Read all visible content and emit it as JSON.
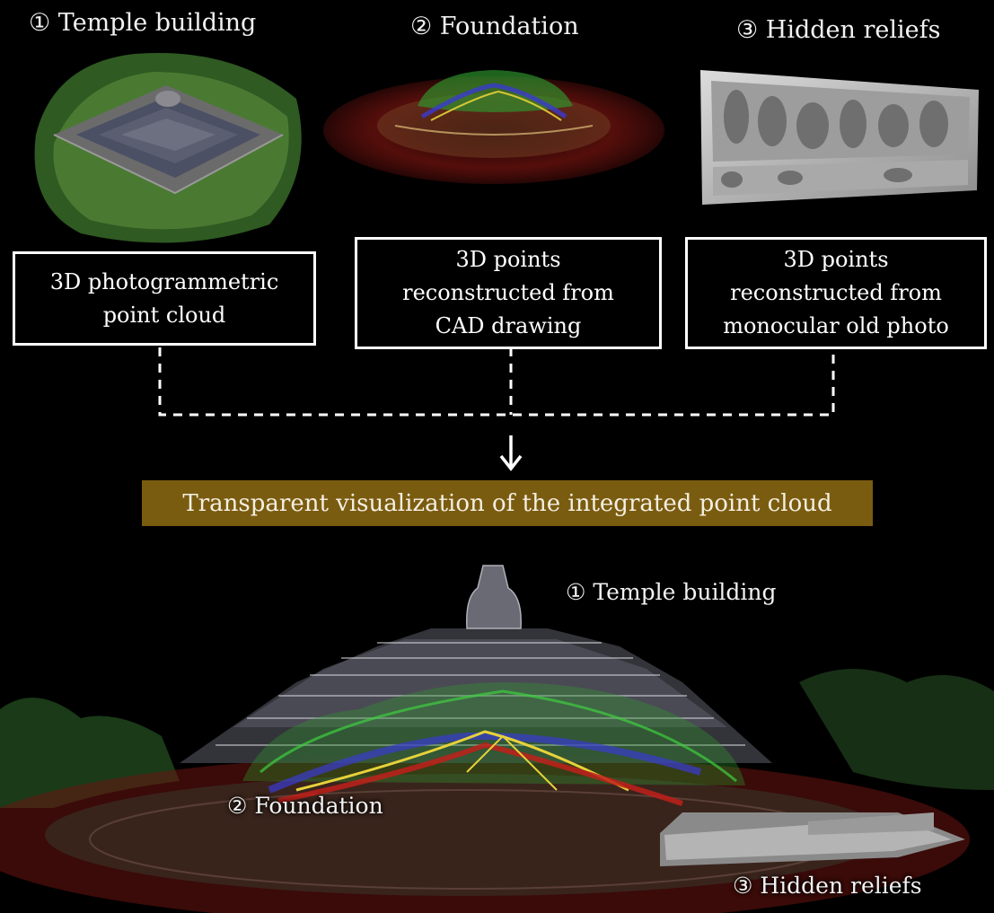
{
  "top": {
    "items": [
      {
        "heading": "① Temple building",
        "box": "3D photogrammetric\npoint cloud"
      },
      {
        "heading": "② Foundation",
        "box": "3D points\nreconstructed from\nCAD drawing"
      },
      {
        "heading": "③ Hidden reliefs",
        "box": "3D points\nreconstructed from\nmonocular old photo"
      }
    ]
  },
  "banner": "Transparent visualization  of the integrated point cloud",
  "bottom": {
    "labels": {
      "temple": "① Temple building",
      "foundation": "② Foundation",
      "reliefs": "③ Hidden reliefs"
    }
  },
  "colors": {
    "banner": "#7a5c10",
    "foundation_red": "#c0201a",
    "foundation_green": "#2e9a2e",
    "foundation_blue": "#3a3ad0",
    "foundation_yellow": "#e6d23a"
  }
}
